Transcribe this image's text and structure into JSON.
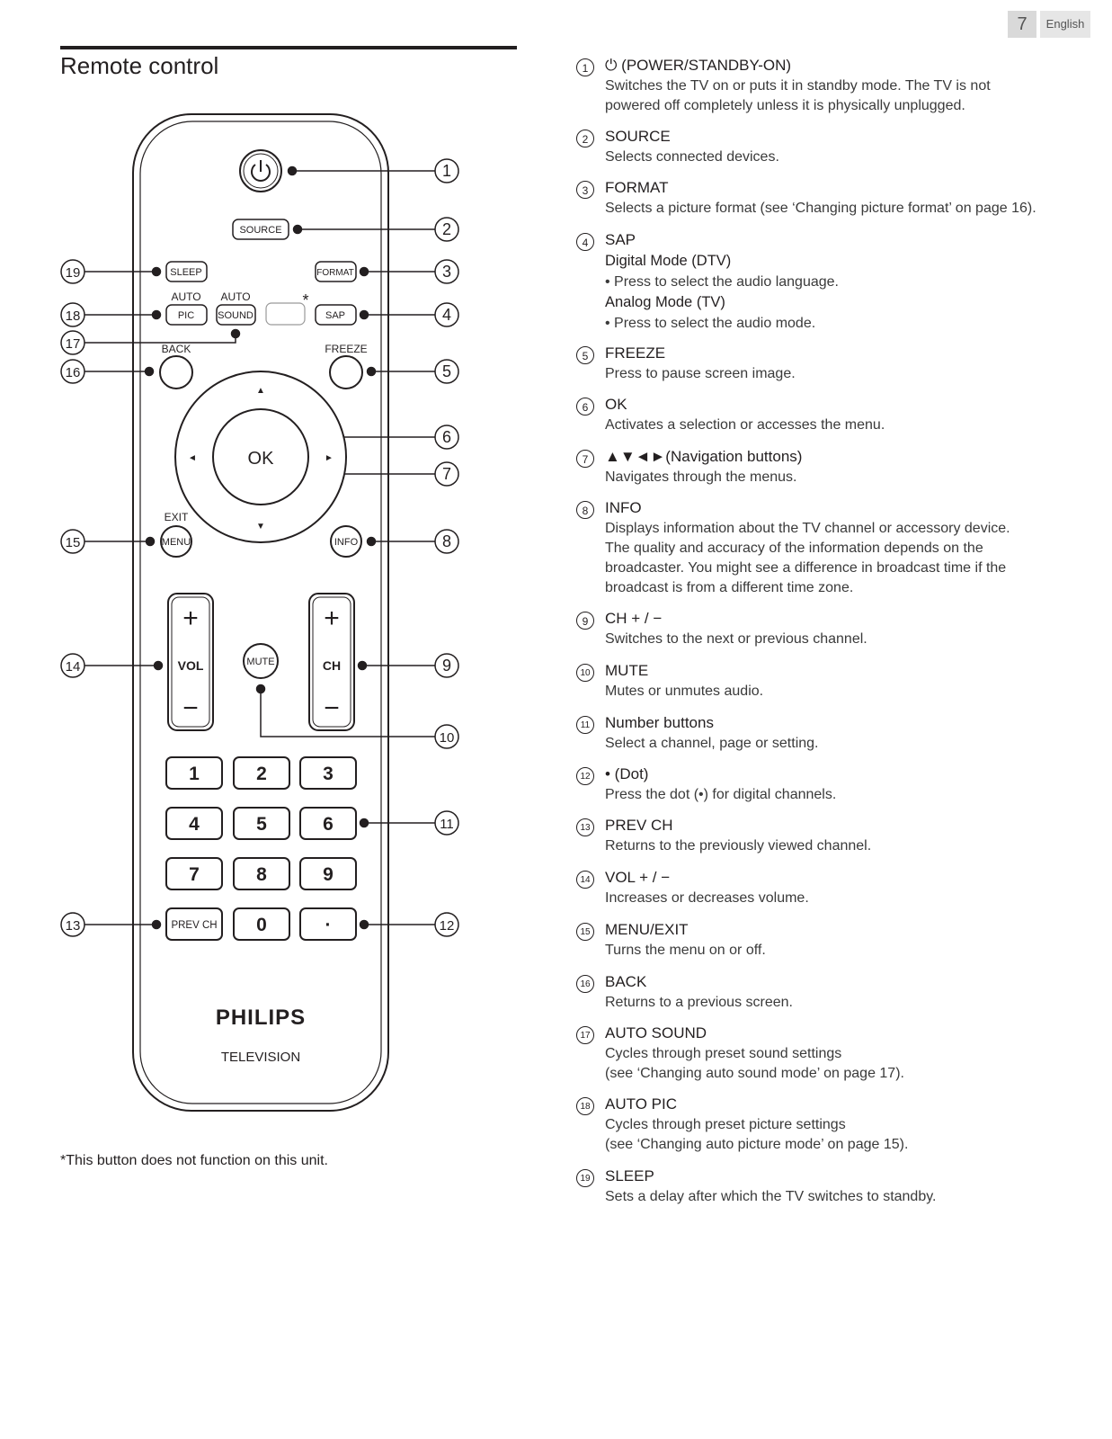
{
  "header": {
    "page_number": "7",
    "language": "English"
  },
  "title": "Remote control",
  "footnote": "*This button does not function on this unit.",
  "remote": {
    "brand": "PHILIPS",
    "subbrand": "TELEVISION",
    "power_icon": "power-icon",
    "buttons": {
      "source": "SOURCE",
      "sleep": "SLEEP",
      "format": "FORMAT",
      "auto1": "AUTO",
      "pic": "PIC",
      "auto2": "AUTO",
      "sound": "SOUND",
      "sap": "SAP",
      "asterisk": "*",
      "back": "BACK",
      "freeze": "FREEZE",
      "ok": "OK",
      "up": "▲",
      "down": "▼",
      "left": "◄",
      "right": "►",
      "exit": "EXIT",
      "menu": "MENU",
      "info": "INFO",
      "vol_plus": "+",
      "vol": "VOL",
      "vol_minus": "−",
      "ch_plus": "+",
      "ch": "CH",
      "ch_minus": "−",
      "mute": "MUTE",
      "n1": "1",
      "n2": "2",
      "n3": "3",
      "n4": "4",
      "n5": "5",
      "n6": "6",
      "n7": "7",
      "n8": "8",
      "n9": "9",
      "prevch": "PREV CH",
      "n0": "0",
      "dot": "·"
    },
    "callouts": {
      "c1": "1",
      "c2": "2",
      "c3": "3",
      "c4": "4",
      "c5": "5",
      "c6": "6",
      "c7": "7",
      "c8": "8",
      "c9": "9",
      "c10": "10",
      "c11": "11",
      "c12": "12",
      "c13": "13",
      "c14": "14",
      "c15": "15",
      "c16": "16",
      "c17": "17",
      "c18": "18",
      "c19": "19"
    }
  },
  "items": [
    {
      "num": "1",
      "title": "⏻ (POWER/STANDBY-ON)",
      "lines": [
        "Switches the TV on or puts it in standby mode. The TV is not",
        "powered off completely unless it is physically unplugged."
      ]
    },
    {
      "num": "2",
      "title": "SOURCE",
      "lines": [
        "Selects connected devices."
      ]
    },
    {
      "num": "3",
      "title": "FORMAT",
      "lines": [
        "Selects a picture format (see ‘Changing picture format’ on page 16)."
      ]
    },
    {
      "num": "4",
      "title": "SAP",
      "lines": [
        "Digital Mode (DTV)",
        "• Press to select the audio language.",
        "Analog Mode (TV)",
        "• Press to select the audio mode."
      ]
    },
    {
      "num": "5",
      "title": "FREEZE",
      "lines": [
        "Press to pause screen image."
      ]
    },
    {
      "num": "6",
      "title": "OK",
      "lines": [
        "Activates a selection or accesses the menu."
      ]
    },
    {
      "num": "7",
      "title": "▲▼◄►(Navigation buttons)",
      "lines": [
        "Navigates through the menus."
      ]
    },
    {
      "num": "8",
      "title": "INFO",
      "lines": [
        "Displays information about the TV channel or accessory device.",
        "The quality and accuracy of the information depends on the",
        "broadcaster. You might see a difference in broadcast time if the",
        "broadcast is from a different time zone."
      ]
    },
    {
      "num": "9",
      "title": "CH + / −",
      "lines": [
        "Switches to the next or previous channel."
      ]
    },
    {
      "num": "10",
      "title": "MUTE",
      "lines": [
        "Mutes or unmutes audio."
      ]
    },
    {
      "num": "11",
      "title": "Number buttons",
      "lines": [
        "Select a channel, page or setting."
      ]
    },
    {
      "num": "12",
      "title": "• (Dot)",
      "lines": [
        "Press the dot (•) for digital channels."
      ]
    },
    {
      "num": "13",
      "title": "PREV CH",
      "lines": [
        "Returns to the previously viewed channel."
      ]
    },
    {
      "num": "14",
      "title": "VOL + / −",
      "lines": [
        "Increases or decreases volume."
      ]
    },
    {
      "num": "15",
      "title": "MENU/EXIT",
      "lines": [
        "Turns the menu on or off."
      ]
    },
    {
      "num": "16",
      "title": "BACK",
      "lines": [
        "Returns to a previous screen."
      ]
    },
    {
      "num": "17",
      "title": "AUTO SOUND",
      "lines": [
        "Cycles through preset sound settings",
        "(see ‘Changing auto sound mode’ on page 17)."
      ]
    },
    {
      "num": "18",
      "title": "AUTO PIC",
      "lines": [
        "Cycles through preset picture settings",
        "(see ‘Changing auto picture mode’ on page 15)."
      ]
    },
    {
      "num": "19",
      "title": "SLEEP",
      "lines": [
        "Sets a delay after which the TV switches to standby."
      ]
    }
  ]
}
